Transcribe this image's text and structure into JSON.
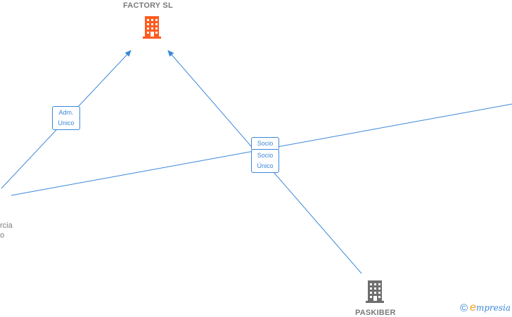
{
  "nodes": {
    "company_top": {
      "label": "FACTORY  SL",
      "color": "#ff5a1e",
      "icon": "building-icon"
    },
    "company_bottom": {
      "label": "PASKIBER",
      "color": "#6e6e6e",
      "icon": "building-icon"
    },
    "person_left": {
      "line1": "rcia",
      "line2": "o"
    }
  },
  "edges": [
    {
      "from": "person_left",
      "to": "company_top",
      "role_line1": "Adm.",
      "role_line2": "Unico"
    },
    {
      "from": "company_bottom",
      "to": "company_top",
      "role_line1": "Socio",
      "role_line2": "Único"
    },
    {
      "from": "person_left",
      "to": "offscreen_right",
      "role_line1": "Socio",
      "role_line2": ""
    }
  ],
  "colors": {
    "edge": "#3b87d8"
  },
  "footer": {
    "copyright": "©",
    "brand_initial": "e",
    "brand_rest": "mpresia"
  }
}
